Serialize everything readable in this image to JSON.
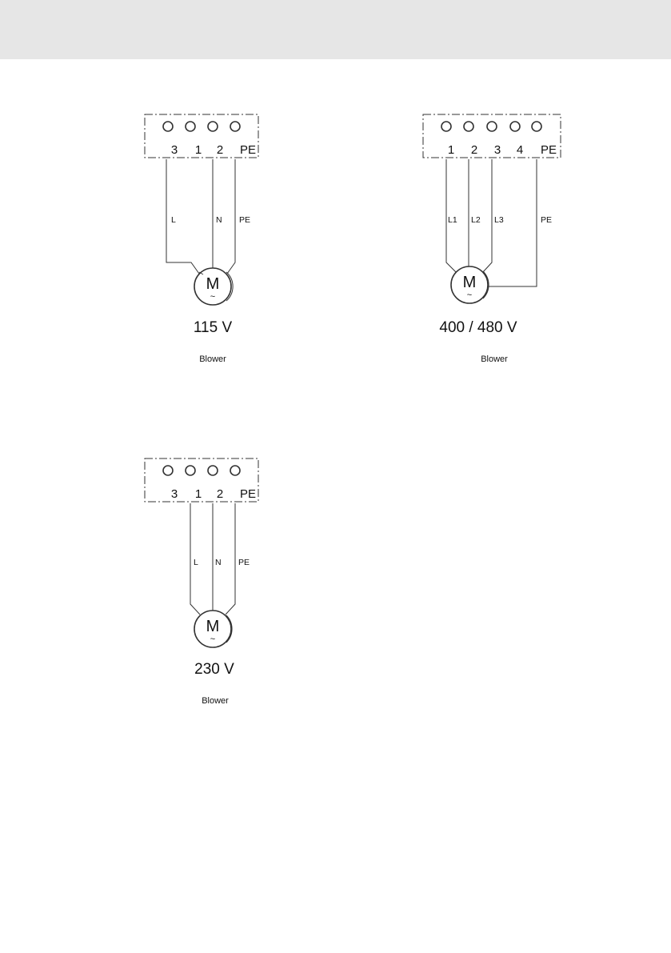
{
  "colors": {
    "header_band": "#e6e6e6",
    "line": "#333333",
    "text": "#111111",
    "page": "#ffffff"
  },
  "diagrams": [
    {
      "terminals": [
        "3",
        "1",
        "2",
        "PE"
      ],
      "wires": [
        "L",
        "N",
        "PE"
      ],
      "motor": {
        "letter": "M",
        "symbol": "~"
      },
      "voltage": "115 V",
      "caption": "Blower"
    },
    {
      "terminals": [
        "1",
        "2",
        "3",
        "4",
        "PE"
      ],
      "wires": [
        "L1",
        "L2",
        "L3",
        "PE"
      ],
      "motor": {
        "letter": "M",
        "symbol": "~"
      },
      "voltage": "400 / 480 V",
      "caption": "Blower"
    },
    {
      "terminals": [
        "3",
        "1",
        "2",
        "PE"
      ],
      "wires": [
        "L",
        "N",
        "PE"
      ],
      "motor": {
        "letter": "M",
        "symbol": "~"
      },
      "voltage": "230 V",
      "caption": "Blower"
    }
  ]
}
